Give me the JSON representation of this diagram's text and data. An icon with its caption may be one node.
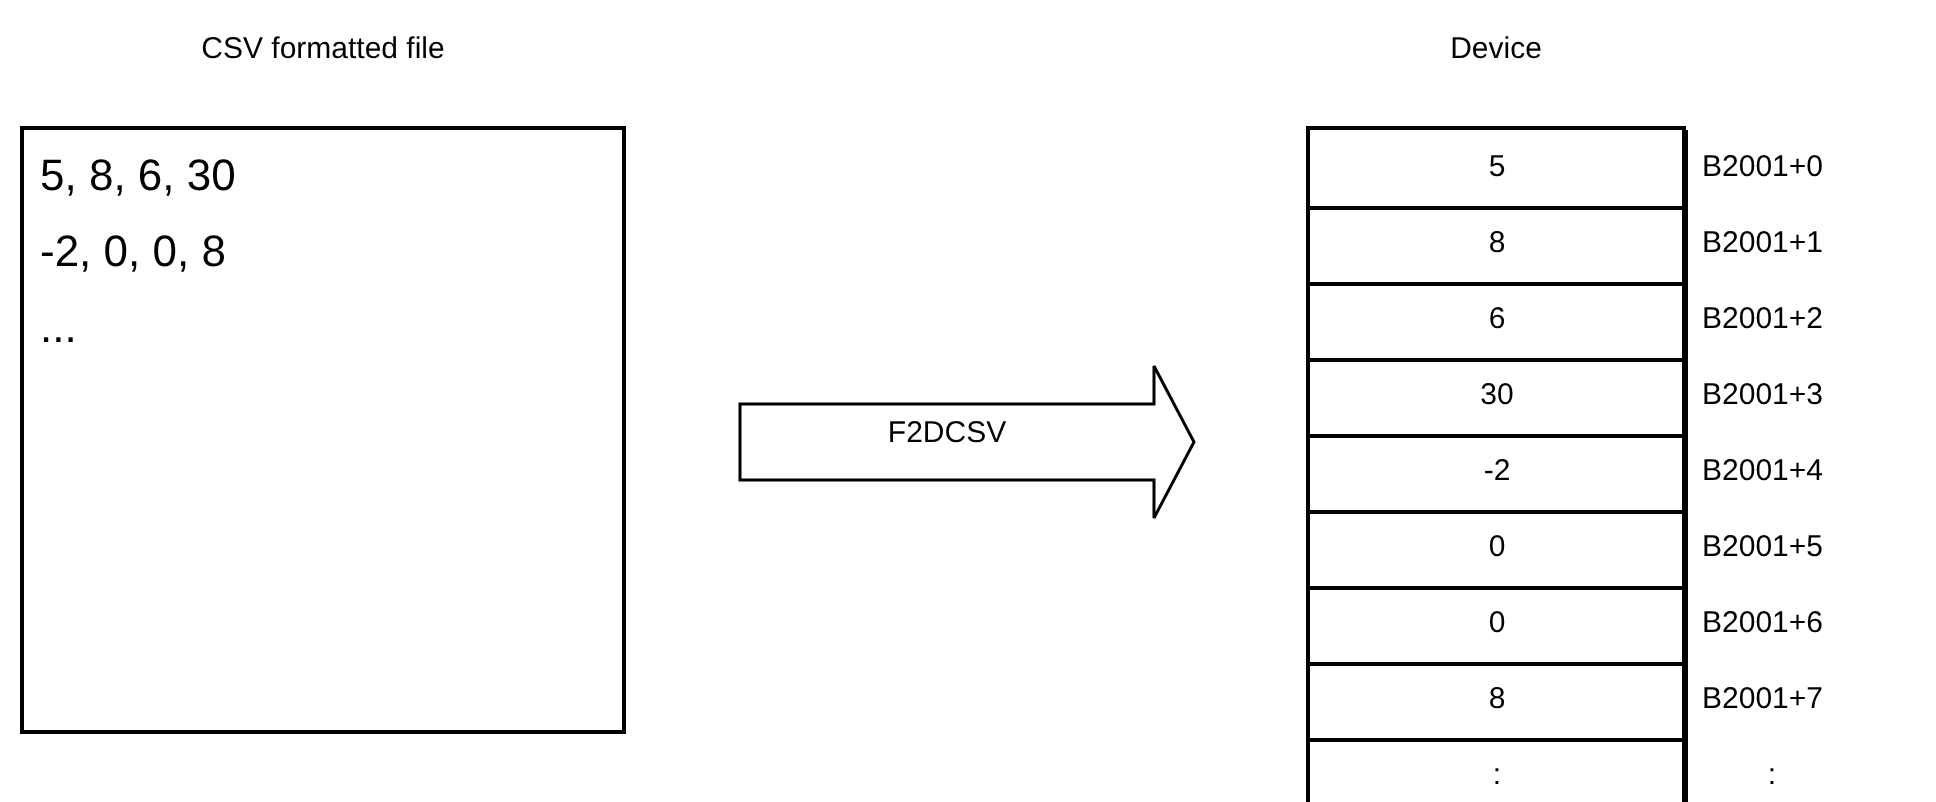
{
  "diagram": {
    "nodes": [
      {
        "text": [
          "CSV formatted file",
          "5, 8, 6, 30",
          "-2, 0, 0, 8",
          "..."
        ]
      },
      {
        "text": [
          "Device"
        ]
      },
      {
        "text": [
          "5"
        ],
        "in": 1,
        "beside": [
          "B2001+0"
        ]
      },
      {
        "text": [
          "8"
        ],
        "in": 1,
        "beside": [
          "B2001+1"
        ]
      },
      {
        "text": [
          "6"
        ],
        "in": 1,
        "beside": [
          "B2001+2"
        ]
      },
      {
        "text": [
          "30"
        ],
        "in": 1,
        "beside": [
          "B2001+3"
        ]
      },
      {
        "text": [
          "-2"
        ],
        "in": 1,
        "beside": [
          "B2001+4"
        ]
      },
      {
        "text": [
          "0"
        ],
        "in": 1,
        "beside": [
          "B2001+5"
        ]
      },
      {
        "text": [
          "0"
        ],
        "in": 1,
        "beside": [
          "B2001+6"
        ]
      },
      {
        "text": [
          "8"
        ],
        "in": 1,
        "beside": [
          "B2001+7"
        ]
      },
      {
        "text": [
          ":"
        ],
        "in": 1,
        "beside": [
          ":"
        ]
      }
    ],
    "edges": [
      {
        "from": 0,
        "to": 1,
        "arrow": "to",
        "label": "F2DCSV",
        "style": "thick"
      }
    ]
  }
}
